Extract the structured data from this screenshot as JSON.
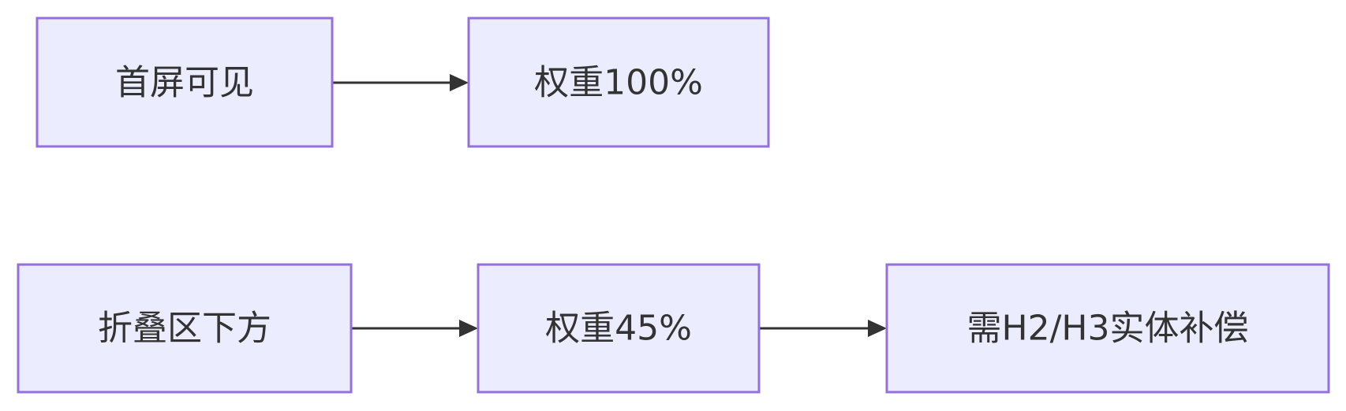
{
  "diagram": {
    "nodes": [
      {
        "id": "above_fold",
        "label": "首屏可见"
      },
      {
        "id": "weight_100",
        "label": "权重100%"
      },
      {
        "id": "below_fold",
        "label": "折叠区下方"
      },
      {
        "id": "weight_45",
        "label": "权重45%"
      },
      {
        "id": "compensate",
        "label": "需H2/H3实体补偿"
      }
    ],
    "edges": [
      {
        "from": "above_fold",
        "to": "weight_100"
      },
      {
        "from": "below_fold",
        "to": "weight_45"
      },
      {
        "from": "weight_45",
        "to": "compensate"
      }
    ],
    "colors": {
      "node_fill": "#ececff",
      "node_stroke": "#9370db",
      "edge": "#333333",
      "text": "#333333"
    }
  }
}
